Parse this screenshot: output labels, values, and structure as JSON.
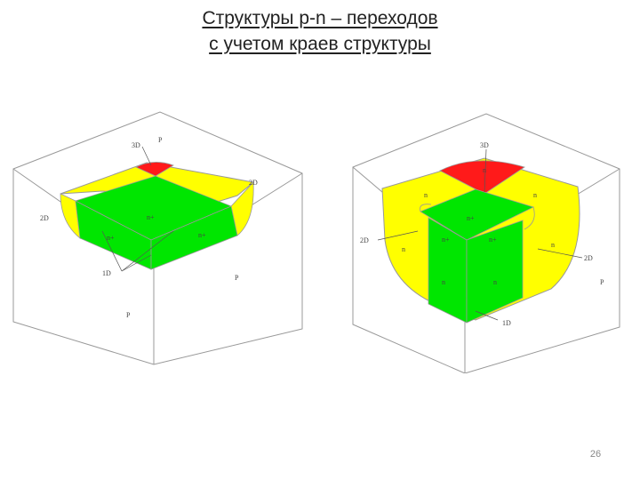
{
  "title": {
    "line1": "Структуры p-n – переходов",
    "line2": "с учетом краев структуры"
  },
  "colors": {
    "p_region": "#ffffff",
    "n_region": "#ffff00",
    "n_plus_region": "#00e600",
    "corner_region": "#ff1a1a",
    "outline": "#999999"
  },
  "left_figure": {
    "labels": {
      "label_3d": "3D",
      "label_2d_right": "2D",
      "label_2d_left": "2D",
      "label_1d": "1D",
      "label_p_top": "P",
      "label_p_right": "P",
      "label_p_bottom": "P",
      "label_n_plus_top": "n+",
      "label_n_plus_left": "n+",
      "label_n_plus_right": "n+"
    }
  },
  "right_figure": {
    "labels": {
      "label_3d": "3D",
      "label_n_top": "n",
      "label_n_left": "n",
      "label_n_right": "n",
      "label_n_plus_top": "n+",
      "label_n_plus_left": "n+",
      "label_n_plus_right": "n+",
      "label_2d_left": "2D",
      "label_n_side_left": "n",
      "label_n_side_right": "n",
      "label_2d_right": "2D",
      "label_n_front_left": "n",
      "label_n_front_right": "n",
      "label_p_right": "P",
      "label_1d": "1D"
    }
  },
  "page_number": "26"
}
